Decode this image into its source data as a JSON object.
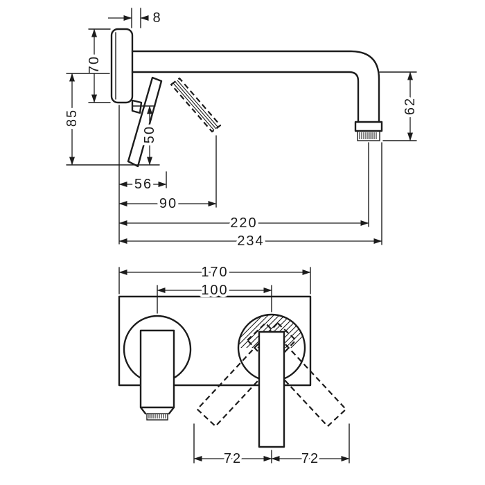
{
  "page": {
    "background_color": "#ffffff",
    "line_color": "#1c1c1c"
  },
  "side_view": {
    "dims": {
      "plate_depth": "8",
      "plate_height": "70",
      "wall_to_handle_bottom": "85",
      "handle_length": "50",
      "wall_to_handle": "56",
      "wall_to_handle_tip": "90",
      "wall_to_aerator": "220",
      "total_projection": "234",
      "spout_height_drop": "62"
    }
  },
  "front_view": {
    "dims": {
      "plate_width": "170",
      "spout_to_handle_center": "100",
      "handle_swing_left": "72",
      "handle_swing_right": "72"
    }
  }
}
